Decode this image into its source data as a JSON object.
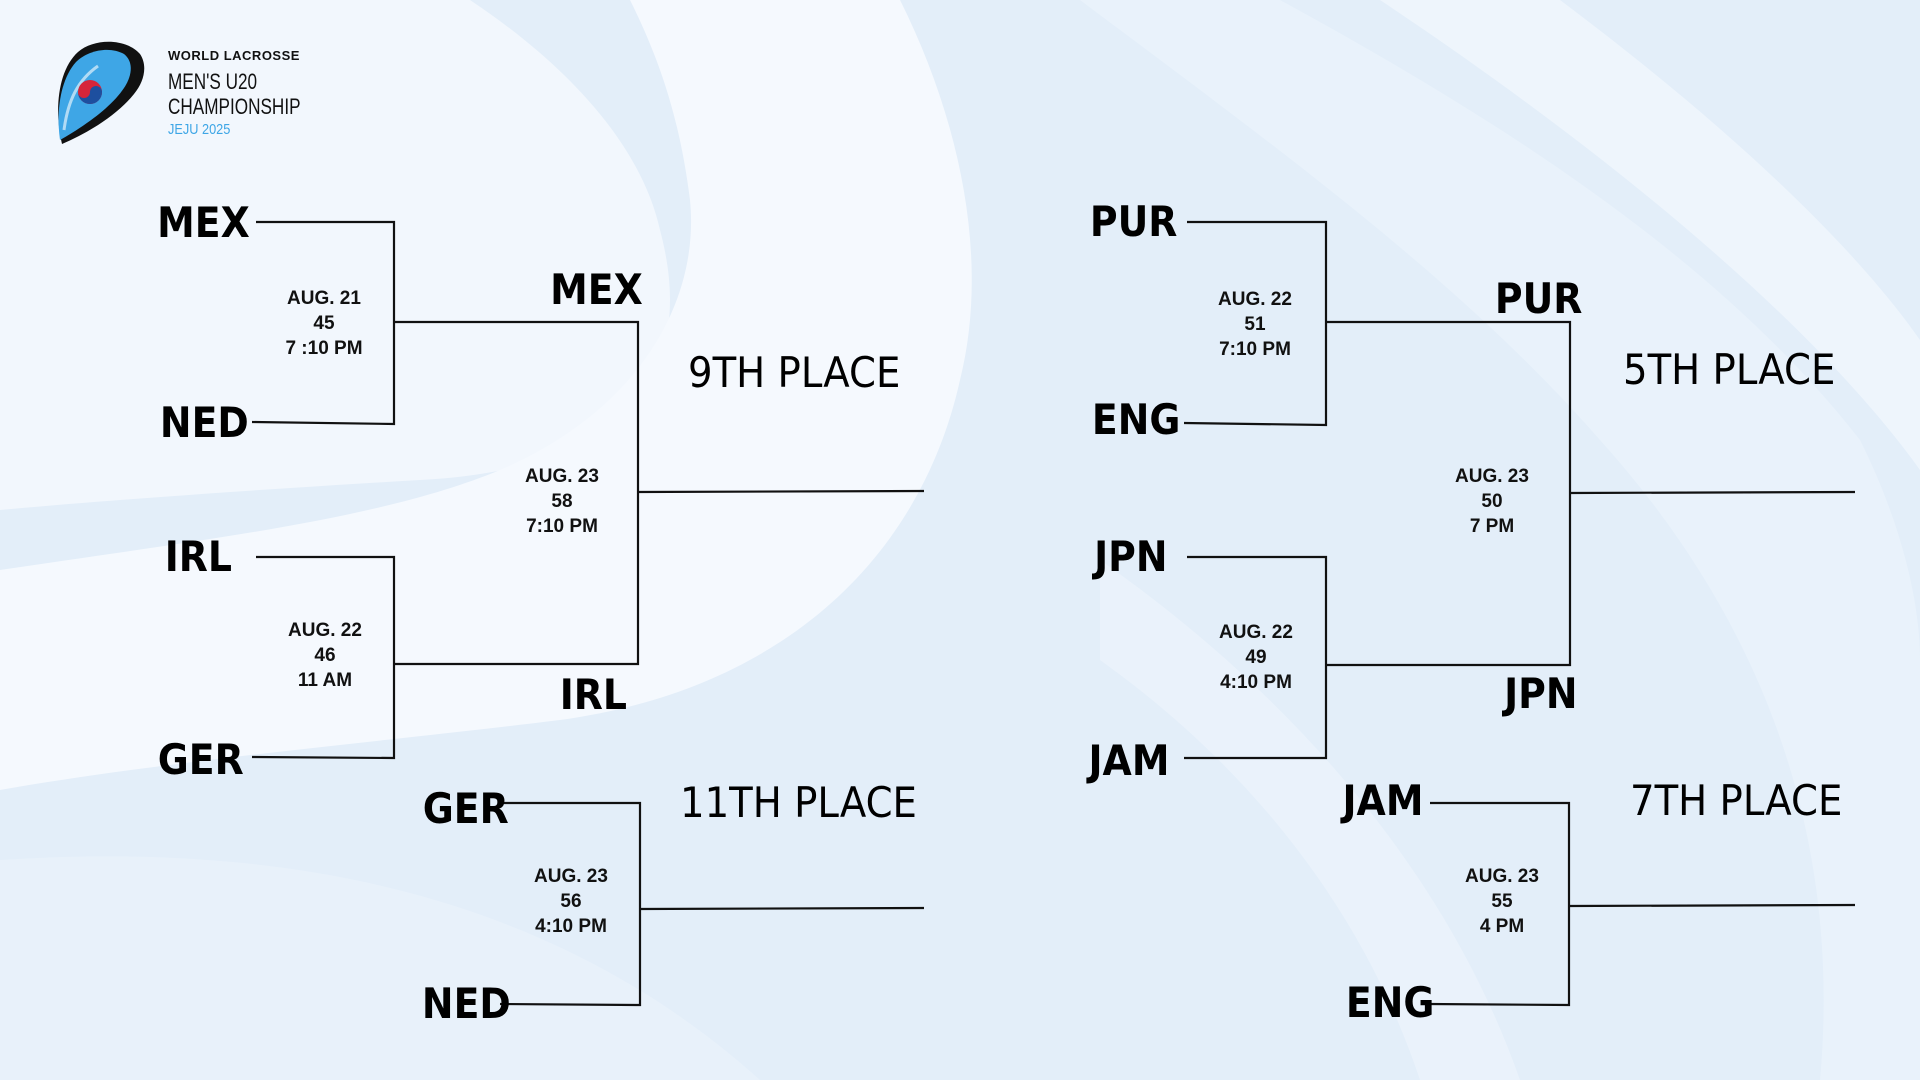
{
  "logo": {
    "org": "WORLD LACROSSE",
    "line1": "MEN'S U20",
    "line2": "CHAMPIONSHIP",
    "line3": "JEJU 2025"
  },
  "teams": {
    "mex_a": "MEX",
    "ned_a": "NED",
    "irl_a": "IRL",
    "ger_a": "GER",
    "mex_w": "MEX",
    "irl_w": "IRL",
    "ger_b": "GER",
    "ned_b": "NED",
    "pur_a": "PUR",
    "eng_a": "ENG",
    "jpn_a": "JPN",
    "jam_a": "JAM",
    "pur_w": "PUR",
    "jpn_w": "JPN",
    "jam_b": "JAM",
    "eng_b": "ENG"
  },
  "games": {
    "g45": {
      "date": "AUG. 21",
      "num": "45",
      "time": "7 :10 PM"
    },
    "g46": {
      "date": "AUG. 22",
      "num": "46",
      "time": "11 AM"
    },
    "g58": {
      "date": "AUG. 23",
      "num": "58",
      "time": "7:10 PM"
    },
    "g56": {
      "date": "AUG. 23",
      "num": "56",
      "time": "4:10 PM"
    },
    "g51": {
      "date": "AUG. 22",
      "num": "51",
      "time": "7:10 PM"
    },
    "g49": {
      "date": "AUG. 22",
      "num": "49",
      "time": "4:10 PM"
    },
    "g50": {
      "date": "AUG. 23",
      "num": "50",
      "time": "7 PM"
    },
    "g55": {
      "date": "AUG. 23",
      "num": "55",
      "time": "4 PM"
    }
  },
  "places": {
    "p9": "9TH PLACE",
    "p11": "11TH PLACE",
    "p5": "5TH PLACE",
    "p7": "7TH PLACE"
  },
  "colors": {
    "background": "#e3eef9",
    "light_shape": "#f3f8fd",
    "line": "#111111",
    "accent": "#3ea6e6"
  }
}
